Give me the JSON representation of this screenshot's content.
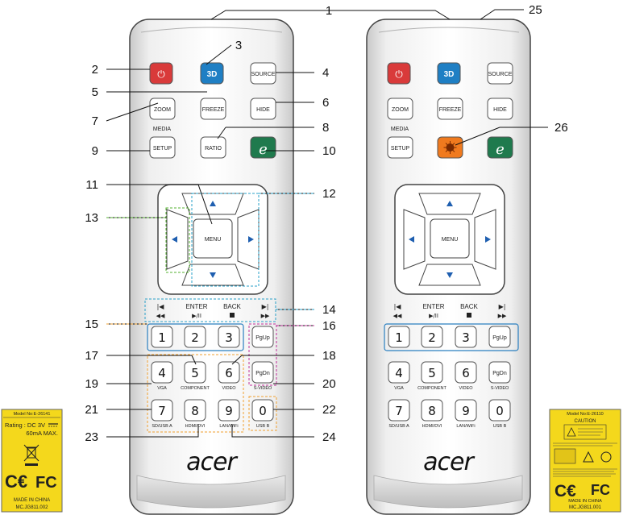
{
  "brand": "acer",
  "keys": {
    "power": "⏻",
    "d3": "3D",
    "source": "SOURCE",
    "zoom": "ZOOM",
    "freeze": "FREEZE",
    "hide": "HIDE",
    "media": "MEDIA",
    "setup": "SETUP",
    "ratio": "RATIO",
    "e": "e",
    "menu": "MENU",
    "enter": "ENTER",
    "back": "BACK",
    "pgup": "PgUp",
    "pgdn": "PgDn",
    "d1": "1",
    "d2": "2",
    "d3d": "3",
    "d4": "4",
    "d5": "5",
    "d6": "6",
    "d7": "7",
    "d8": "8",
    "d9": "9",
    "d0": "0"
  },
  "sublabels": {
    "vga": "VGA",
    "component": "COMPONENT",
    "video": "VIDEO",
    "svideo": "S-VIDEO",
    "sdusb": "SD/USB A",
    "hdmi": "HDMI/DVI",
    "lanwifi": "LAN/WiFi",
    "usbb": "USB B"
  },
  "callouts": [
    "1",
    "2",
    "3",
    "4",
    "5",
    "6",
    "7",
    "8",
    "9",
    "10",
    "11",
    "12",
    "13",
    "14",
    "15",
    "16",
    "17",
    "18",
    "19",
    "20",
    "21",
    "22",
    "23",
    "24",
    "25",
    "26"
  ],
  "label_left": {
    "model": "Model No:E-26141",
    "rating": "Rating : DC 3V",
    "current": "60mA MAX.",
    "made": "MADE IN CHINA",
    "code": "MC.JG811.002"
  },
  "label_right": {
    "model": "Model No:E-26110",
    "caution": "CAUTION",
    "made": "MADE IN CHINA",
    "code": "MC.JG811.001"
  },
  "colors": {
    "power": "#d93a3a",
    "d3": "#1f7fc4",
    "e": "#1f7a4d",
    "laser": "#f07a1e",
    "label": "#f4d81c",
    "orange_guide": "#f0a030",
    "blue_guide": "#2aa0c8",
    "green_guide": "#55b030",
    "magenta_guide": "#c0309a"
  }
}
